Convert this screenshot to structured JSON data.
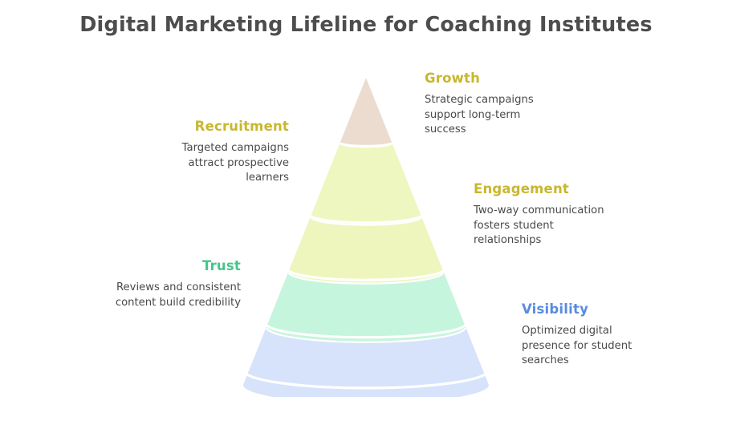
{
  "title": "Digital Marketing Lifeline for Coaching Institutes",
  "colors": {
    "title": "#4d4d4d",
    "body_text": "#4a4a4a",
    "background": "#ffffff",
    "growth_heading": "#c8b72f",
    "recruitment_heading": "#c8b72f",
    "engagement_heading": "#c8b72f",
    "trust_heading": "#46c68a",
    "visibility_heading": "#5a8bdf",
    "band_growth": "#ebdccf",
    "band_recruitment": "#eef7c0",
    "band_engagement": "#eef6bd",
    "band_trust": "#c6f5dd",
    "band_visibility": "#d7e3fb",
    "band_separator": "#ffffff"
  },
  "chart_data": {
    "type": "pie",
    "title": "Digital Marketing Lifeline for Coaching Institutes",
    "legend_position": "sides",
    "shape": "3d-cone-funnel",
    "order": "top-to-bottom",
    "segments": [
      {
        "rank": 1,
        "label": "Growth",
        "description": "Strategic campaigns support long-term success",
        "color": "#ebdccf",
        "label_color": "#c8b72f",
        "side": "right"
      },
      {
        "rank": 2,
        "label": "Recruitment",
        "description": "Targeted campaigns attract prospective learners",
        "color": "#eef7c0",
        "label_color": "#c8b72f",
        "side": "left"
      },
      {
        "rank": 3,
        "label": "Engagement",
        "description": "Two-way communication fosters student relationships",
        "color": "#eef6bd",
        "label_color": "#c8b72f",
        "side": "right"
      },
      {
        "rank": 4,
        "label": "Trust",
        "description": "Reviews and consistent content build credibility",
        "color": "#c6f5dd",
        "label_color": "#46c68a",
        "side": "left"
      },
      {
        "rank": 5,
        "label": "Visibility",
        "description": "Optimized digital presence for student searches",
        "color": "#d7e3fb",
        "label_color": "#5a8bdf",
        "side": "right"
      }
    ]
  },
  "blocks": {
    "growth": {
      "heading": "Growth",
      "body": "Strategic campaigns\nsupport long-term\nsuccess"
    },
    "recruitment": {
      "heading": "Recruitment",
      "body": "Targeted campaigns\nattract prospective\nlearners"
    },
    "engagement": {
      "heading": "Engagement",
      "body": "Two-way communication\nfosters student\nrelationships"
    },
    "trust": {
      "heading": "Trust",
      "body": "Reviews and consistent\ncontent build credibility"
    },
    "visibility": {
      "heading": "Visibility",
      "body": "Optimized digital\npresence for student\nsearches"
    }
  }
}
